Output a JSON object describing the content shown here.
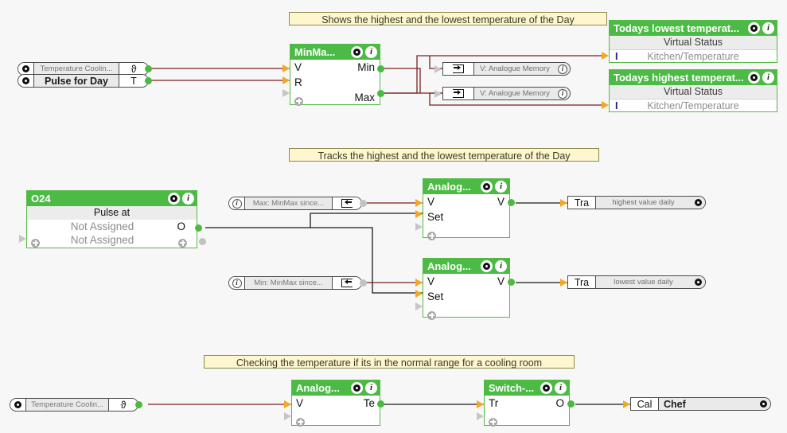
{
  "comments": [
    {
      "id": "c1",
      "text": "Shows the highest and the lowest temperature of the Day"
    },
    {
      "id": "c2",
      "text": "Tracks the highest and the lowest temperature of the Day"
    },
    {
      "id": "c3",
      "text": "Checking the temperature if its in the normal range for a cooling room"
    }
  ],
  "sensors": {
    "temp_cooling_top": {
      "label": "Temperature Coolin...",
      "unit": "ϑ"
    },
    "pulse_for_day": {
      "label": "Pulse for Day",
      "unit": "T"
    },
    "temp_cooling_bottom": {
      "label": "Temperature Coolin...",
      "unit": "ϑ"
    }
  },
  "blocks": {
    "minmax": {
      "title": "MinMa...",
      "inputs": [
        "V",
        "R"
      ],
      "outputs": [
        "Min",
        "Max"
      ]
    },
    "o24": {
      "title": "O24",
      "subtitle": "Pulse at",
      "row1_label": "Not Assigned",
      "row1_out": "O",
      "row2_label": "Not Assigned"
    },
    "analog_high": {
      "title": "Analog...",
      "inputs": [
        "V",
        "Set"
      ],
      "outputs": [
        "V"
      ]
    },
    "analog_low": {
      "title": "Analog...",
      "inputs": [
        "V",
        "Set"
      ],
      "outputs": [
        "V"
      ]
    },
    "analog_check": {
      "title": "Analog...",
      "inputs": [
        "V"
      ],
      "outputs": [
        "Te"
      ]
    },
    "switch": {
      "title": "Switch-...",
      "inputs": [
        "Tr"
      ],
      "outputs": [
        "O"
      ]
    }
  },
  "status_blocks": [
    {
      "id": "todays_lowest",
      "title": "Todays lowest temperat...",
      "subtitle": "Virtual Status",
      "pin": "I",
      "value": "Kitchen/Temperature"
    },
    {
      "id": "todays_highest",
      "title": "Todays highest temperat...",
      "subtitle": "Virtual Status",
      "pin": "I",
      "value": "Kitchen/Temperature"
    }
  ],
  "memory_refs": [
    {
      "id": "mem_min",
      "label": "V: Analogue Memory"
    },
    {
      "id": "mem_max",
      "label": "V: Analogue Memory"
    }
  ],
  "minmax_refs": [
    {
      "id": "ref_max",
      "label": "Max: MinMax since..."
    },
    {
      "id": "ref_min",
      "label": "Min: MinMax since..."
    }
  ],
  "trace_refs": [
    {
      "id": "trace_high",
      "key": "Tra",
      "value": "highest value daily"
    },
    {
      "id": "trace_low",
      "key": "Tra",
      "value": "lowest value daily"
    }
  ],
  "call_ref": {
    "key": "Cal",
    "value": "Chef"
  },
  "colors": {
    "block_green": "#4cbb45",
    "block_border": "#55b845",
    "comment_bg": "#fdf6cf",
    "comment_border": "#8a8a4a",
    "wire_data": "#7a2020",
    "wire_logic": "#1a1a1a",
    "pin_out": "#49bb3f",
    "pin_in": "#f5a623",
    "subheader": "#ececec",
    "canvas": "#f7f7f7"
  },
  "icons": {
    "gear": "gear-icon",
    "info": "info-icon",
    "plus": "plus-icon",
    "memory_in": "memory-in-icon",
    "memory_out": "memory-out-icon"
  }
}
